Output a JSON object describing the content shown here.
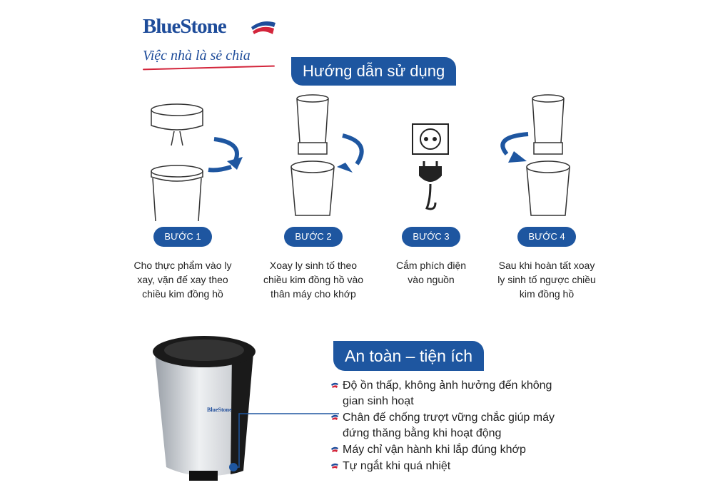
{
  "brand": {
    "name": "BlueStone",
    "slogan": "Việc nhà là sẻ chia",
    "accent": "#1e56a0",
    "red": "#d3253b"
  },
  "usage": {
    "title": "Hướng dẫn sử dụng",
    "steps": [
      {
        "label": "BƯỚC 1",
        "text": [
          "Cho thực phẩm vào ly",
          "xay, vặn đế xay theo",
          "chiều kim đồng hồ"
        ]
      },
      {
        "label": "BƯỚC 2",
        "text": [
          "Xoay ly sinh tố theo",
          "chiều kim đồng hồ vào",
          "thân máy cho khớp"
        ]
      },
      {
        "label": "BƯỚC 3",
        "text": [
          "Cắm phích điện",
          "vào nguồn"
        ]
      },
      {
        "label": "BƯỚC 4",
        "text": [
          "Sau khi hoàn tất xoay",
          "ly sinh tố ngược chiều",
          "kim đồng hồ"
        ]
      }
    ]
  },
  "safety": {
    "title": "An toàn – tiện ích",
    "features": [
      [
        "Độ ồn thấp, không ảnh hưởng đến không",
        "gian sinh hoạt"
      ],
      [
        "Chân đế chống trượt vững chắc giúp máy",
        "đứng thăng bằng khi hoạt động"
      ],
      [
        "Máy chỉ vận hành khi lắp đúng khớp"
      ],
      [
        "Tự ngắt khi quá nhiệt"
      ]
    ]
  },
  "product_logo": "BlueStone"
}
